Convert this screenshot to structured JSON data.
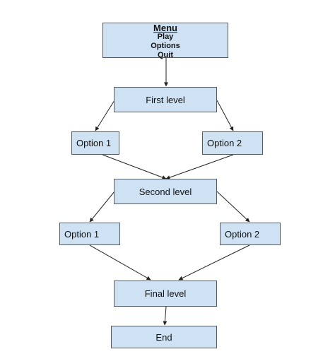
{
  "nodes": {
    "menu": {
      "title": "Menu",
      "items": [
        "Play",
        "Options",
        "Quit"
      ]
    },
    "first_level": "First level",
    "first_option1": "Option 1",
    "first_option2": "Option 2",
    "second_level": "Second level",
    "second_option1": "Option 1",
    "second_option2": "Option 2",
    "final_level": "Final level",
    "end": "End"
  },
  "colors": {
    "node_fill": "#cfe2f3",
    "node_border": "#555a60",
    "edge": "#222222"
  }
}
